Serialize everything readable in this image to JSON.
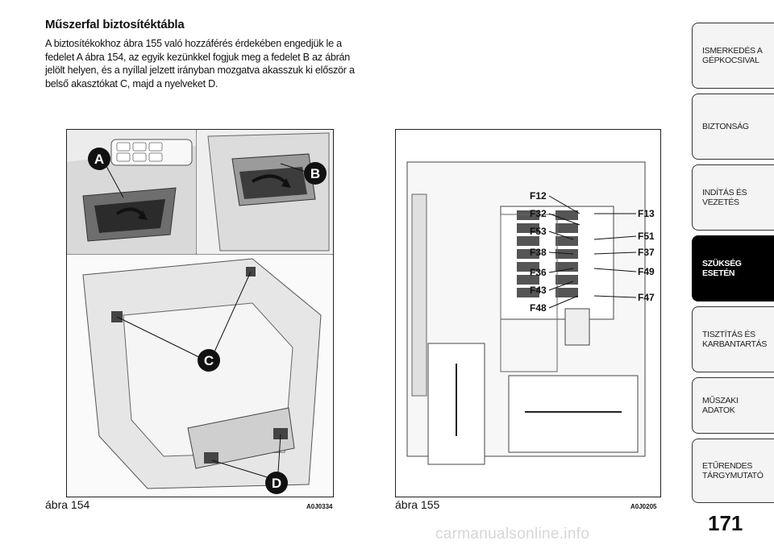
{
  "heading": "Műszerfal biztosítéktábla",
  "paragraph": "A biztosítékokhoz ábra 155 való hozzáférés érdekében engedjük le a fedelet A ábra 154, az egyik kezünkkel fogjuk meg a fedelet B az ábrán jelölt helyen, és a nyíllal jelzett irányban mozgatva akasszuk ki először a belső akasztókat C, majd a nyelveket D.",
  "figure_154": {
    "caption": "ábra 154",
    "code": "A0J0334",
    "labels": {
      "a": "A",
      "b": "B",
      "c": "C",
      "d": "D"
    }
  },
  "figure_155": {
    "caption": "ábra 155",
    "code": "A0J0205",
    "left_labels": [
      "F12",
      "F32",
      "F53",
      "F38",
      "F36",
      "F43",
      "F48"
    ],
    "right_labels": [
      "F13",
      "F51",
      "F37",
      "F49",
      "F47"
    ]
  },
  "sidebar": {
    "tabs": [
      {
        "label": "ISMERKEDÉS A GÉPKOCSIVAL"
      },
      {
        "label": "BIZTONSÁG"
      },
      {
        "label": "INDÍTÁS ÉS VEZETÉS"
      },
      {
        "label": "SZÜKSÉG ESETÉN"
      },
      {
        "label": "TISZTÍTÁS ÉS KARBANTARTÁS"
      },
      {
        "label": "MŰSZAKI ADATOK"
      },
      {
        "label": "ETŰRENDES TÁRGYMUTATÓ"
      }
    ],
    "active_index": 3
  },
  "page_number": "171",
  "watermark": "carmanualsonline.info"
}
